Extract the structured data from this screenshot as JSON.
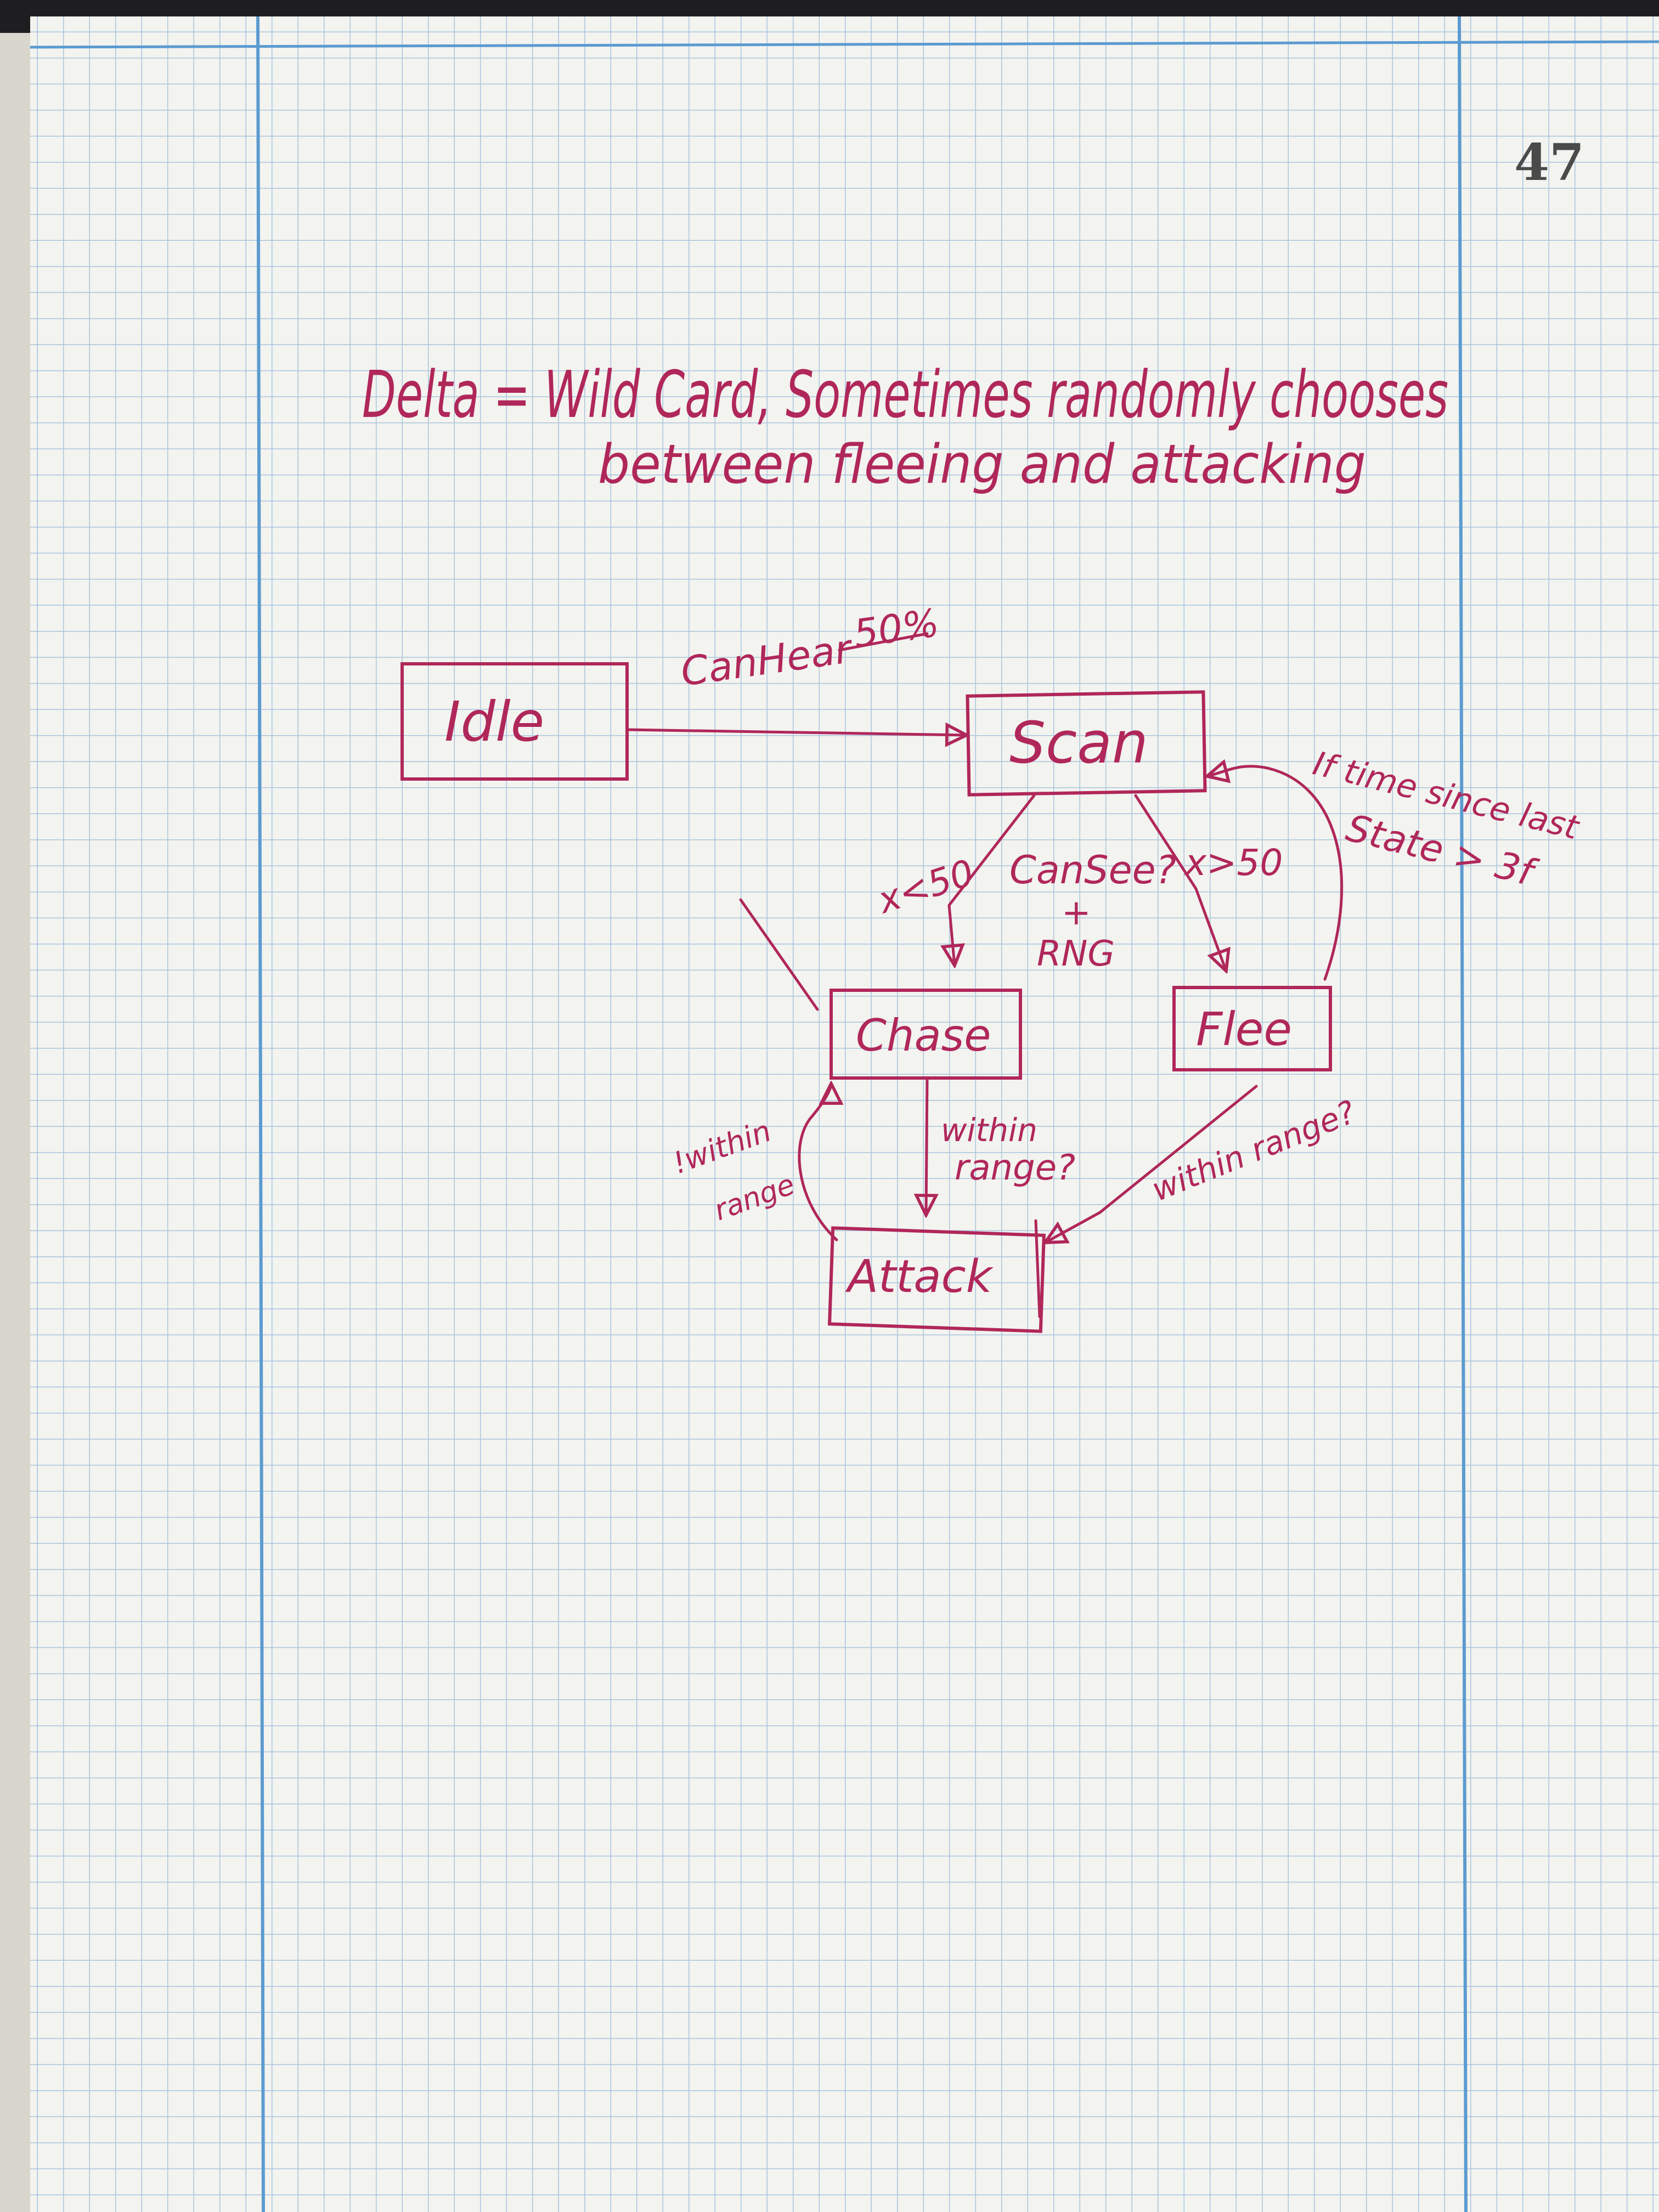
{
  "page_number": "47",
  "title": {
    "line1": "Delta = Wild Card, Sometimes randomly chooses",
    "line2": "between fleeing and attacking"
  },
  "states": {
    "idle": "Idle",
    "scan": "Scan",
    "chase": "Chase",
    "flee": "Flee",
    "attack": "Attack"
  },
  "transitions": {
    "idle_to_scan": "CanHear",
    "idle_to_scan_struck": "50%",
    "scan_cond": "CanSee?",
    "scan_cond_plus": "+",
    "scan_cond_rng": "RNG",
    "scan_to_chase": "x<50",
    "scan_to_flee": "x>50",
    "flee_to_scan_1": "If time since last",
    "flee_to_scan_2": "State > 3f",
    "chase_to_attack_1": "within",
    "chase_to_attack_2": "range?",
    "attack_to_chase_1": "!within",
    "attack_to_chase_2": "range",
    "flee_to_attack": "within range?"
  },
  "colors": {
    "ink": "#b0275a",
    "paper": "#f3f3ef",
    "grid": "#a9c4de",
    "margin_line": "#5b9bd0"
  }
}
